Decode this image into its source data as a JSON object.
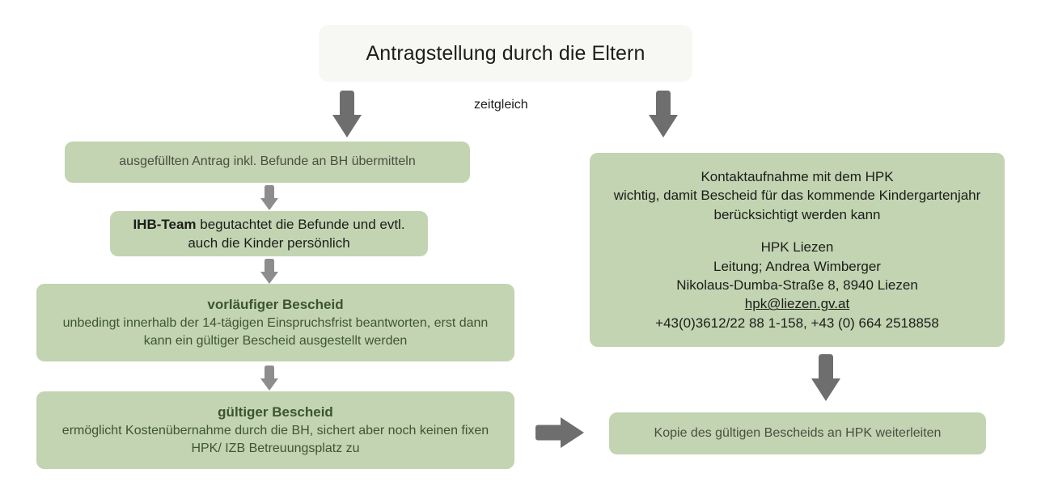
{
  "diagram": {
    "title": "Antragstellung durch die Eltern",
    "parallel_label": "zeitgleich",
    "colors": {
      "node_green": "#c2d4b1",
      "title_bg": "#f7f8f3",
      "arrow_gray": "#6e6e6e",
      "arrow_gray_light": "#8d8d8d",
      "text_muted": "#4d4d42",
      "text_dark": "#1d1d1b",
      "text_green_bold": "#3b5430"
    },
    "left_branch": {
      "step1": "ausgefüllten Antrag inkl. Befunde an BH übermitteln",
      "step2_bold": "IHB-Team",
      "step2_rest": " begutachtet die Befunde und evtl. auch die Kinder persönlich",
      "step3_heading": "vorläufiger Bescheid",
      "step3_body": "unbedingt innerhalb der 14-tägigen Einspruchsfrist beantworten, erst dann kann ein gültiger Bescheid ausgestellt werden",
      "step4_heading": "gültiger Bescheid",
      "step4_body": "ermöglicht Kostenübernahme durch die BH, sichert aber noch keinen fixen HPK/ IZB Betreuungsplatz zu"
    },
    "right_branch": {
      "contact_line1": "Kontaktaufnahme mit dem HPK",
      "contact_line2": "wichtig, damit Bescheid für das kommende Kindergartenjahr",
      "contact_line3": "berücksichtigt werden kann",
      "org": "HPK Liezen",
      "lead": "Leitung; Andrea Wimberger",
      "address": "Nikolaus-Dumba-Straße 8, 8940 Liezen",
      "email": "hpk@liezen.gv.at",
      "phone": "+43(0)3612/22 88 1-158, +43 (0) 664 2518858",
      "final_step": "Kopie des gültigen Bescheids an HPK weiterleiten"
    }
  }
}
